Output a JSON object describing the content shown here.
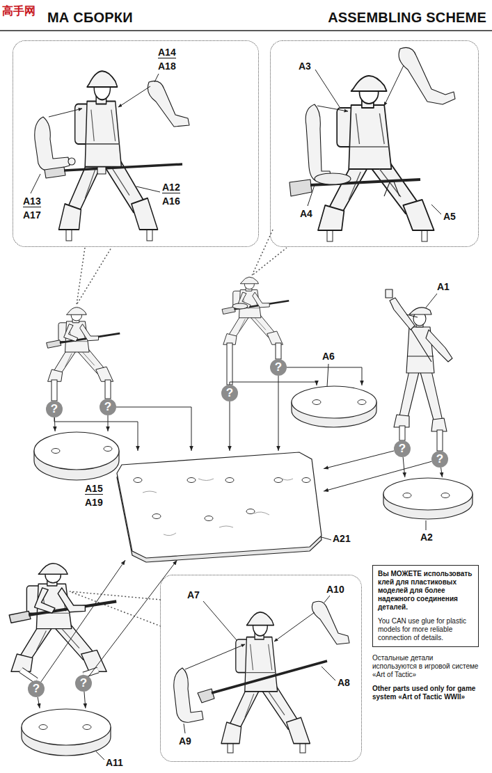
{
  "diagram": {
    "title": "МА СБОРКИ",
    "nodes": [
      {
        "text": [
          "A14",
          "A18",
          "A12",
          "A16",
          "A13",
          "A17"
        ]
      },
      {
        "text": [
          "A3",
          "A4",
          "A5"
        ]
      },
      {
        "text": [
          "?"
        ]
      },
      {
        "text": [
          "?"
        ]
      },
      {
        "text": [
          "?"
        ]
      },
      {
        "text": [
          "?"
        ]
      },
      {
        "text": [
          "A6"
        ]
      },
      {
        "text": [
          "?"
        ]
      },
      {
        "text": [
          "?"
        ]
      },
      {
        "text": [
          "A15",
          "A19"
        ]
      },
      {
        "text": [
          "A21"
        ]
      },
      {
        "text": [
          "A2"
        ]
      },
      {
        "text": [
          "?"
        ]
      },
      {
        "text": [
          "?"
        ]
      },
      {
        "text": [
          "A11"
        ]
      },
      {
        "text": [
          "A7",
          "A10",
          "A8",
          "A9"
        ]
      },
      {
        "text": [
          "Вы МОЖЕТЕ использовать клей для пластиковых моделей для более надежного соединения деталей.",
          "You CAN use glue for plastic models for more reliable connection of details."
        ]
      }
    ],
    "edges": [
      {
        "from": 2,
        "to": 9,
        "arrow": "to"
      },
      {
        "from": 2,
        "to": 10,
        "arrow": "to"
      },
      {
        "from": 3,
        "to": 9,
        "arrow": "to"
      },
      {
        "from": 3,
        "to": 10,
        "arrow": "to"
      },
      {
        "from": 4,
        "to": 6,
        "arrow": "to"
      },
      {
        "from": 4,
        "to": 10,
        "arrow": "to"
      },
      {
        "from": 5,
        "to": 6,
        "arrow": "to"
      },
      {
        "from": 5,
        "to": 10,
        "arrow": "to"
      },
      {
        "from": 7,
        "to": 11,
        "arrow": "to"
      },
      {
        "from": 7,
        "to": 10,
        "arrow": "to"
      },
      {
        "from": 8,
        "to": 11,
        "arrow": "to"
      },
      {
        "from": 8,
        "to": 10,
        "arrow": "to"
      },
      {
        "from": 12,
        "to": 14,
        "arrow": "to"
      },
      {
        "from": 12,
        "to": 10,
        "arrow": "to"
      },
      {
        "from": 13,
        "to": 14,
        "arrow": "to"
      },
      {
        "from": 13,
        "to": 10,
        "arrow": "to"
      }
    ],
    "labels": [
      "高手网",
      "ASSEMBLING SCHEME",
      "A1",
      "Остальные детали используются в игровой системе «Art of Tactic»",
      "Other parts used only for game system «Art of Tactic WWII»"
    ]
  }
}
